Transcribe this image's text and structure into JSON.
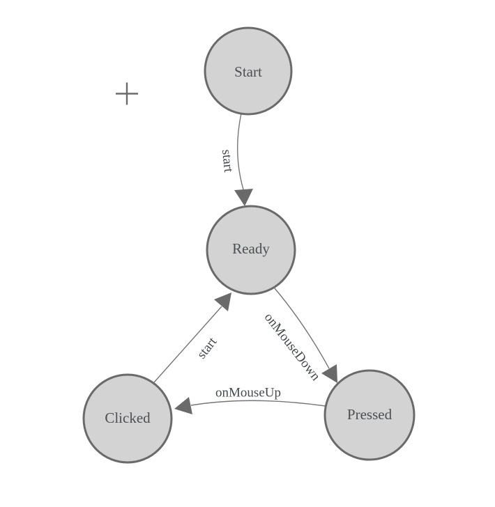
{
  "diagram": {
    "type": "state-machine",
    "nodes": [
      {
        "id": "start",
        "label": "Start"
      },
      {
        "id": "ready",
        "label": "Ready"
      },
      {
        "id": "clicked",
        "label": "Clicked"
      },
      {
        "id": "pressed",
        "label": "Pressed"
      }
    ],
    "edges": [
      {
        "from": "start",
        "to": "ready",
        "label": "start"
      },
      {
        "from": "clicked",
        "to": "ready",
        "label": "start"
      },
      {
        "from": "ready",
        "to": "pressed",
        "label": "onMouseDown"
      },
      {
        "from": "pressed",
        "to": "clicked",
        "label": "onMouseUp"
      }
    ]
  },
  "icons": {
    "crosshair": "+"
  },
  "colors": {
    "background": "#ffffff",
    "node_fill": "#d3d3d3",
    "node_stroke": "#6a6a6a",
    "edge_stroke": "#767676",
    "arrow_fill": "#6a6a6a",
    "label_text": "#44494e",
    "crosshair": "#6b6b6b"
  }
}
